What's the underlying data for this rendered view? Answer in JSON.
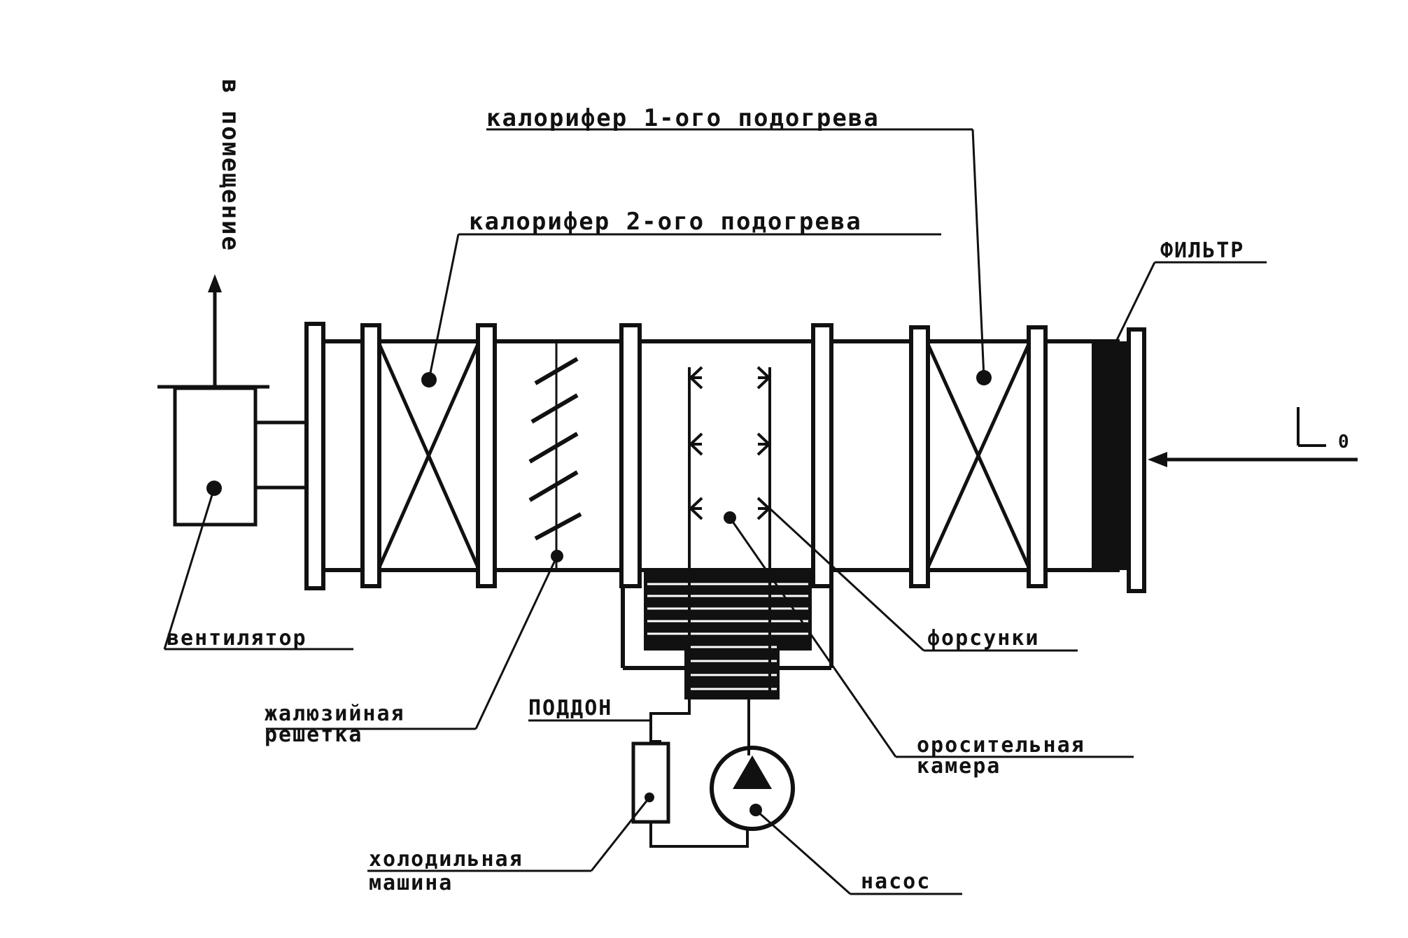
{
  "labels": {
    "to_room": "в помещение",
    "heater_1": "калорифер 1-ого подогрева",
    "heater_2": "калорифер 2-ого подогрева",
    "filter": "ФИЛЬТР",
    "fan": "вентилятор",
    "louver_line1": "жалюзийная",
    "louver_line2": "решетка",
    "tray": "ПОДДОН",
    "nozzles": "форсунки",
    "spray_line1": "оросительная",
    "spray_line2": "камера",
    "chiller_line1": "холодильная",
    "chiller_line2": "машина",
    "pump": "насос",
    "inlet_symbol": "L",
    "inlet_subscript": "0"
  }
}
